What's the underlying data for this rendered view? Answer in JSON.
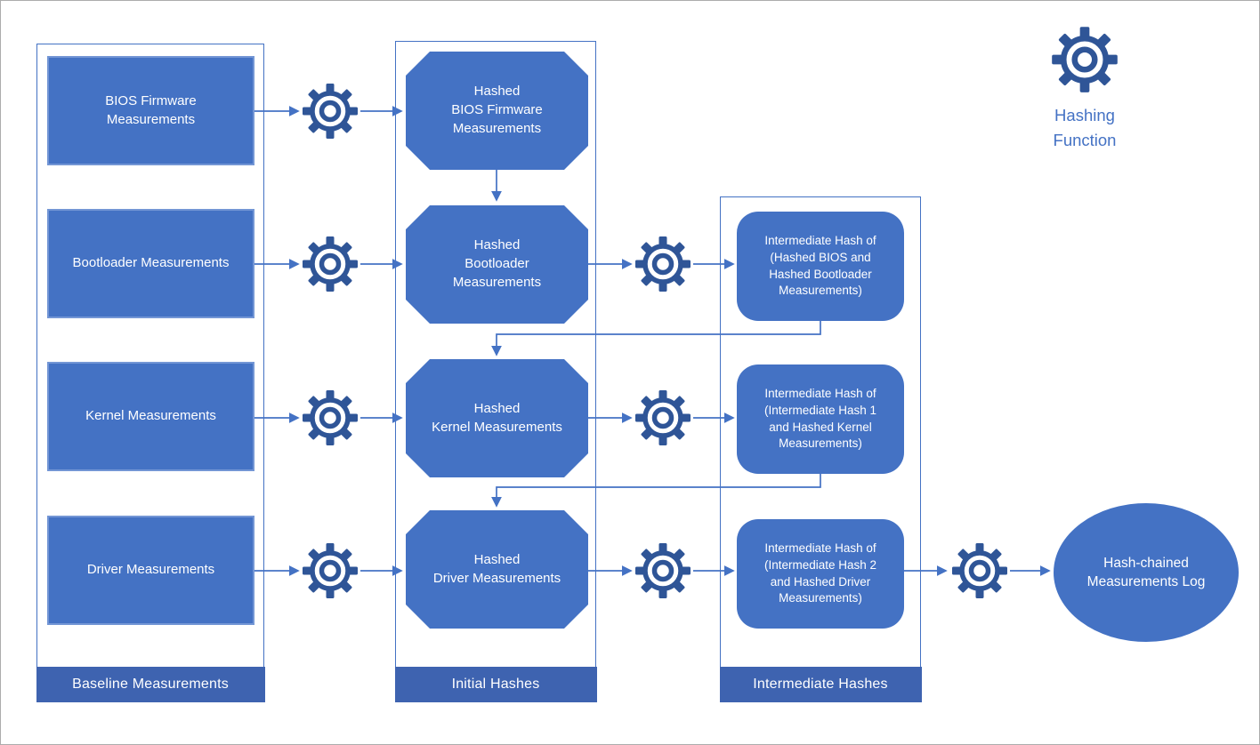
{
  "colors": {
    "shape_fill": "#4472C4",
    "shape_border": "#7396D5",
    "label_bar": "#3E63B0",
    "gear": "#2F5597",
    "connector": "#4472C4",
    "legend_text": "#4472C4",
    "group_border": "#4472C4",
    "page_border": "#ACACAC"
  },
  "legend": {
    "icon": "gear-icon",
    "label": "Hashing\nFunction"
  },
  "groups": {
    "baseline": {
      "label": "Baseline Measurements",
      "items": [
        "BIOS Firmware\nMeasurements",
        "Bootloader Measurements",
        "Kernel Measurements",
        "Driver Measurements"
      ]
    },
    "initial": {
      "label": "Initial Hashes",
      "items": [
        "Hashed\nBIOS Firmware\nMeasurements",
        "Hashed\nBootloader\nMeasurements",
        "Hashed\nKernel Measurements",
        "Hashed\nDriver Measurements"
      ]
    },
    "intermediate": {
      "label": "Intermediate Hashes",
      "items": [
        "Intermediate Hash of\n(Hashed BIOS and\nHashed Bootloader\nMeasurements)",
        "Intermediate Hash of\n(Intermediate Hash 1\nand Hashed Kernel\nMeasurements)",
        "Intermediate Hash of\n(Intermediate Hash 2\nand Hashed Driver\nMeasurements)"
      ]
    }
  },
  "output": {
    "label": "Hash-chained\nMeasurements Log"
  }
}
